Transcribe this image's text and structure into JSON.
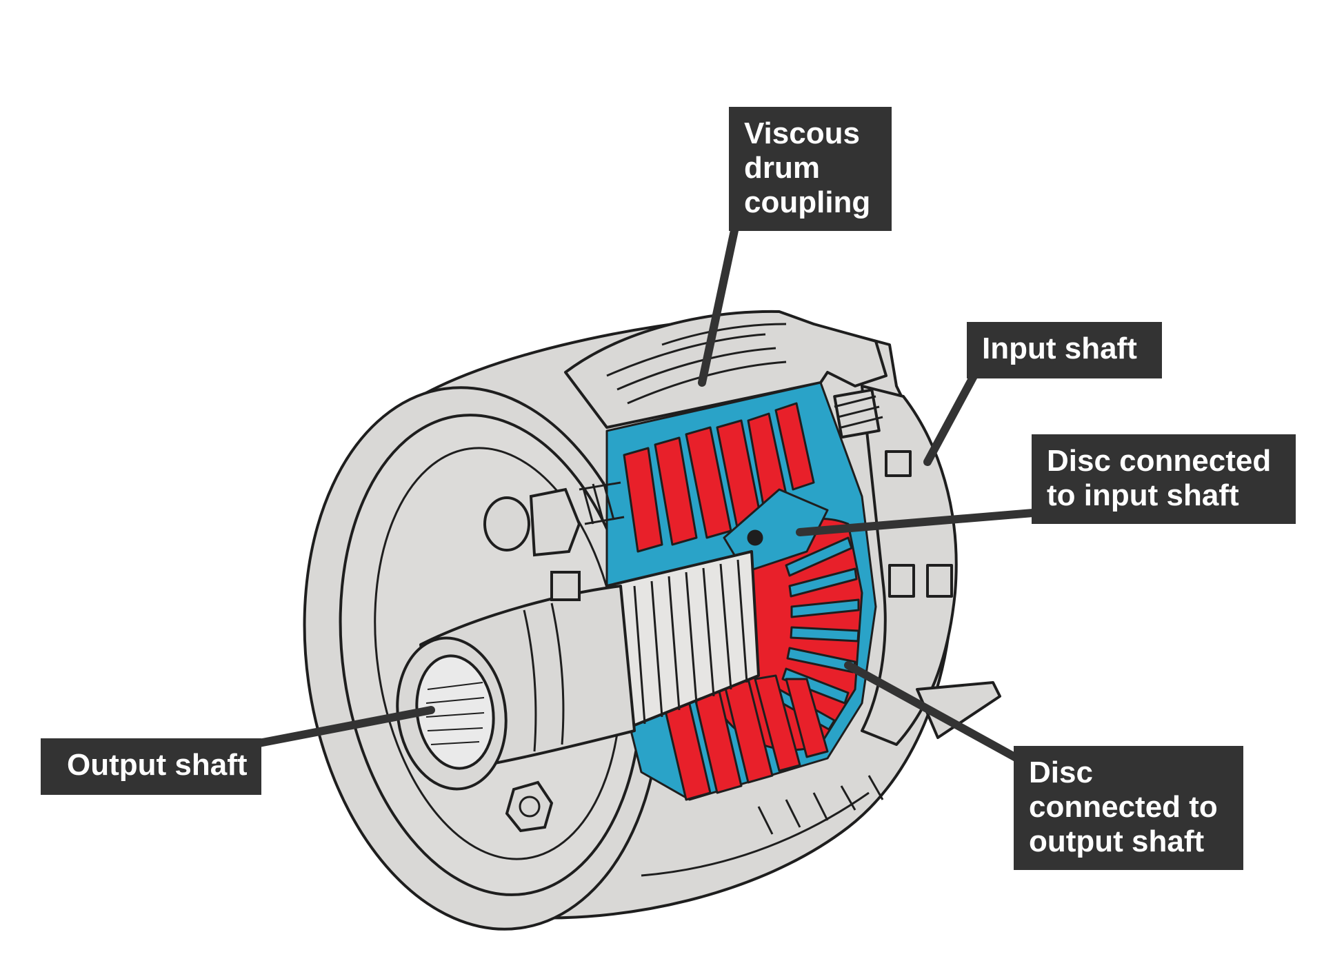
{
  "labels": {
    "viscous_drum": [
      "Viscous",
      "drum",
      "coupling"
    ],
    "input_shaft": [
      "Input shaft"
    ],
    "disc_input": [
      "Disc connected",
      "to input shaft"
    ],
    "output_shaft": [
      "Output shaft"
    ],
    "disc_output": [
      "Disc",
      "connected to",
      "output shaft"
    ]
  },
  "colors": {
    "label_bg": "#333333",
    "label_text": "#ffffff",
    "metal": "#d9d8d6",
    "outline": "#1e1e1e",
    "disc_input": "#2aa3c8",
    "disc_output": "#e8202a"
  }
}
